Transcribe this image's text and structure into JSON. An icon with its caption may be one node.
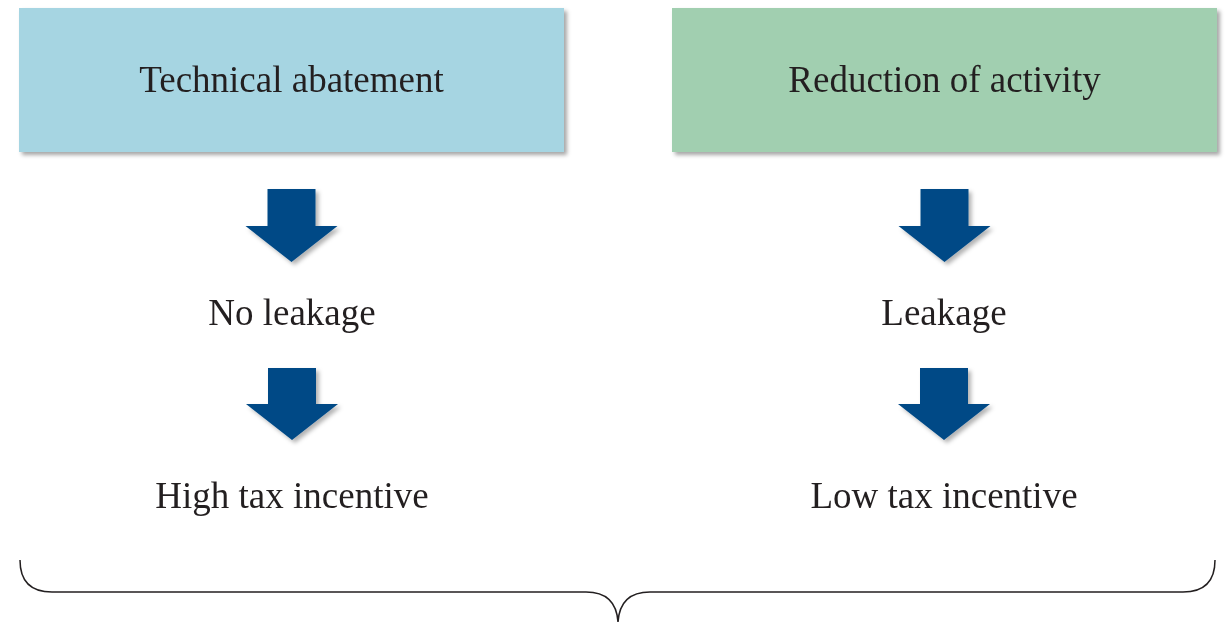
{
  "diagram": {
    "nodes": [
      {
        "text": [
          "Technical abatement"
        ]
      },
      {
        "text": [
          "Reduction of activity"
        ]
      },
      {
        "text": [
          "No leakage"
        ]
      },
      {
        "text": [
          "Leakage"
        ]
      },
      {
        "text": [
          "High tax incentive"
        ]
      },
      {
        "text": [
          "Low tax incentive"
        ]
      }
    ],
    "edges": [
      {
        "from": 0,
        "to": 2,
        "arrow": "to"
      },
      {
        "from": 2,
        "to": 4,
        "arrow": "to"
      },
      {
        "from": 1,
        "to": 3,
        "arrow": "to"
      },
      {
        "from": 3,
        "to": 5,
        "arrow": "to"
      }
    ]
  }
}
